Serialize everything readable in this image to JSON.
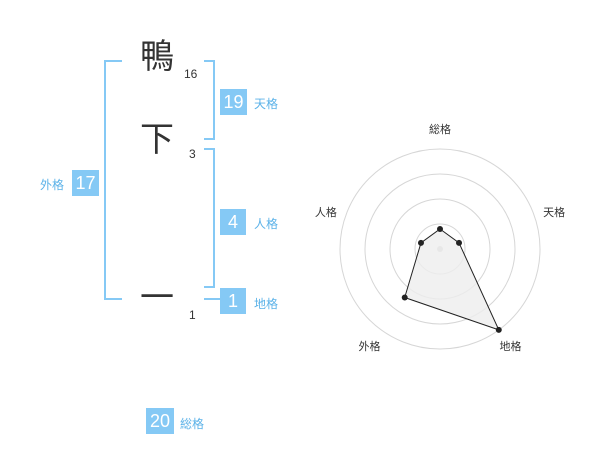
{
  "characters": [
    {
      "glyph": "鴨",
      "strokes": "16"
    },
    {
      "glyph": "下",
      "strokes": "3"
    },
    {
      "glyph": "一",
      "strokes": "1"
    }
  ],
  "grids": {
    "tenkaku": {
      "value": "19",
      "label": "天格"
    },
    "jinkaku": {
      "value": "4",
      "label": "人格"
    },
    "chikaku": {
      "value": "1",
      "label": "地格"
    },
    "gaikaku": {
      "value": "17",
      "label": "外格"
    },
    "soukaku": {
      "value": "20",
      "label": "総格"
    }
  },
  "colors": {
    "accent": "#85c9f5",
    "accent_text": "#5bb2e8",
    "text": "#333333",
    "radar_fill": "#eeeeee"
  },
  "chart_data": {
    "type": "radar",
    "axes": [
      "総格",
      "天格",
      "地格",
      "外格",
      "人格"
    ],
    "values": [
      1,
      1,
      5,
      3,
      1
    ],
    "scale_max": 5,
    "rings": 4
  }
}
